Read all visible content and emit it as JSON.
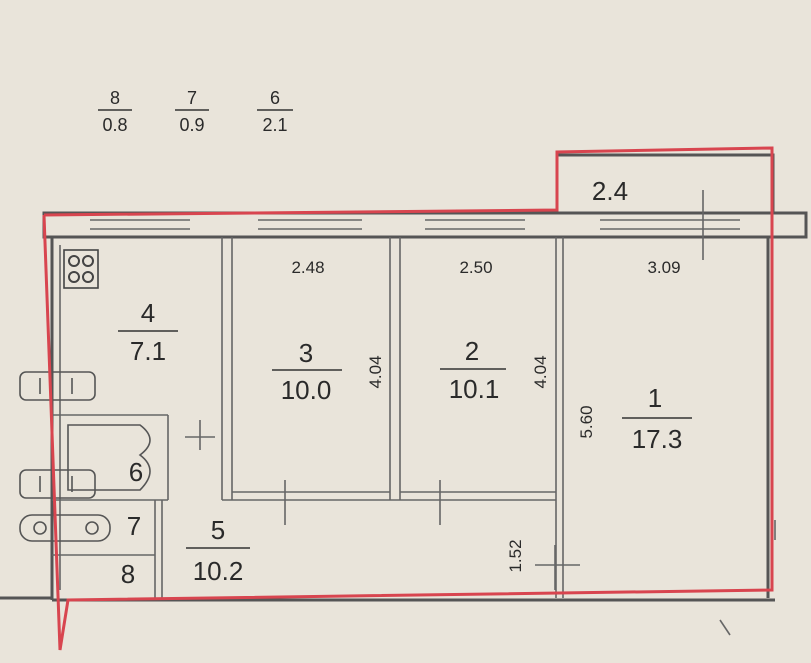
{
  "legend": [
    {
      "num": "8",
      "area": "0.8"
    },
    {
      "num": "7",
      "area": "0.9"
    },
    {
      "num": "6",
      "area": "2.1"
    }
  ],
  "rooms": [
    {
      "num": "1",
      "area": "17.3"
    },
    {
      "num": "2",
      "area": "10.1"
    },
    {
      "num": "3",
      "area": "10.0"
    },
    {
      "num": "4",
      "area": "7.1"
    },
    {
      "num": "5",
      "area": "10.2"
    },
    {
      "num": "6"
    },
    {
      "num": "7"
    },
    {
      "num": "8"
    }
  ],
  "balcony": {
    "area": "2.4"
  },
  "dimensions": {
    "room3_width": "2.48",
    "room2_width": "2.50",
    "room1_width": "3.09",
    "room3_depth": "4.04",
    "room2_depth": "4.04",
    "room1_depth": "5.60",
    "hall_depth": "1.52"
  },
  "colors": {
    "outline": "#d8454f",
    "paper": "#e9e4da",
    "ink": "#2a2a2a"
  }
}
